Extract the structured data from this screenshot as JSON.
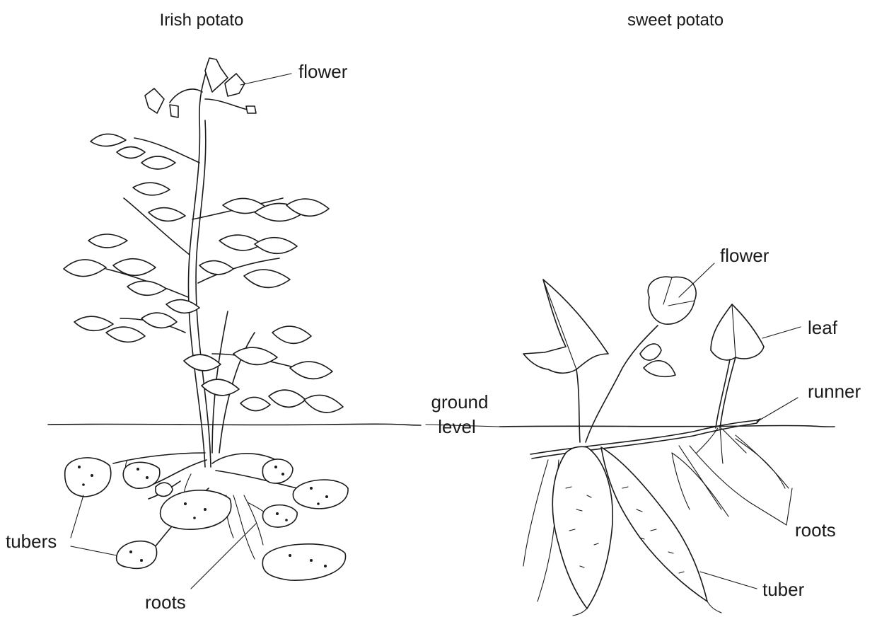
{
  "titles": {
    "irish": "Irish potato",
    "sweet": "sweet potato"
  },
  "labels": {
    "irish_flower": "flower",
    "irish_tubers": "tubers",
    "irish_roots": "roots",
    "ground_level_1": "ground",
    "ground_level_2": "level",
    "sweet_flower": "flower",
    "sweet_leaf": "leaf",
    "sweet_runner": "runner",
    "sweet_roots": "roots",
    "sweet_tuber": "tuber"
  }
}
